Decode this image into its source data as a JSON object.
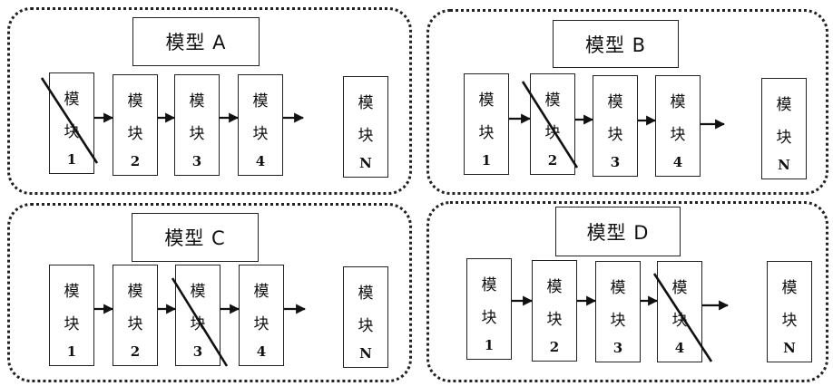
{
  "module_char_1": "模",
  "module_char_2": "块",
  "panels": [
    {
      "id": "a",
      "title": "模型 A",
      "modules": [
        "1",
        "2",
        "3",
        "4",
        "N"
      ],
      "removed": "1"
    },
    {
      "id": "b",
      "title": "模型 B",
      "modules": [
        "1",
        "2",
        "3",
        "4",
        "N"
      ],
      "removed": "2"
    },
    {
      "id": "c",
      "title": "模型 C",
      "modules": [
        "1",
        "2",
        "3",
        "4",
        "N"
      ],
      "removed": "3"
    },
    {
      "id": "d",
      "title": "模型 D",
      "modules": [
        "1",
        "2",
        "3",
        "4",
        "N"
      ],
      "removed": "4"
    }
  ]
}
